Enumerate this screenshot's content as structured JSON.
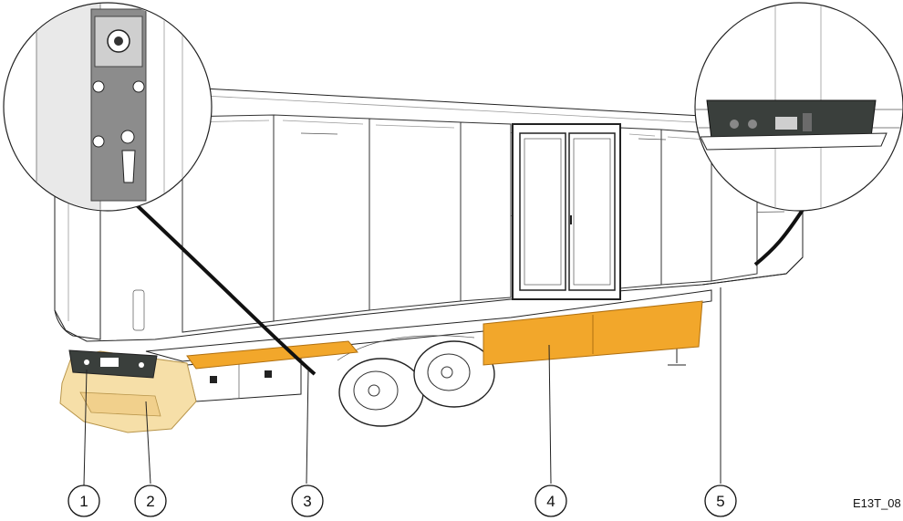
{
  "figure": {
    "image_code": "E13T_08",
    "colors": {
      "highlight": "#F2A72B",
      "highlight_light": "#F6DFA8",
      "outline": "#222222",
      "panel_grey": "#8C8C8C",
      "dark_body": "#3A3F3C"
    }
  },
  "callouts": [
    {
      "label": "1",
      "part": "rear-lamp-bracket"
    },
    {
      "label": "2",
      "part": "rear-bumper"
    },
    {
      "label": "3",
      "part": "front-side-skirt"
    },
    {
      "label": "4",
      "part": "rear-side-skirt"
    },
    {
      "label": "5",
      "part": "sill-trim"
    }
  ],
  "zoom_views": [
    {
      "icon": "door-lock-panel-icon"
    },
    {
      "icon": "socket-box-icon"
    }
  ]
}
